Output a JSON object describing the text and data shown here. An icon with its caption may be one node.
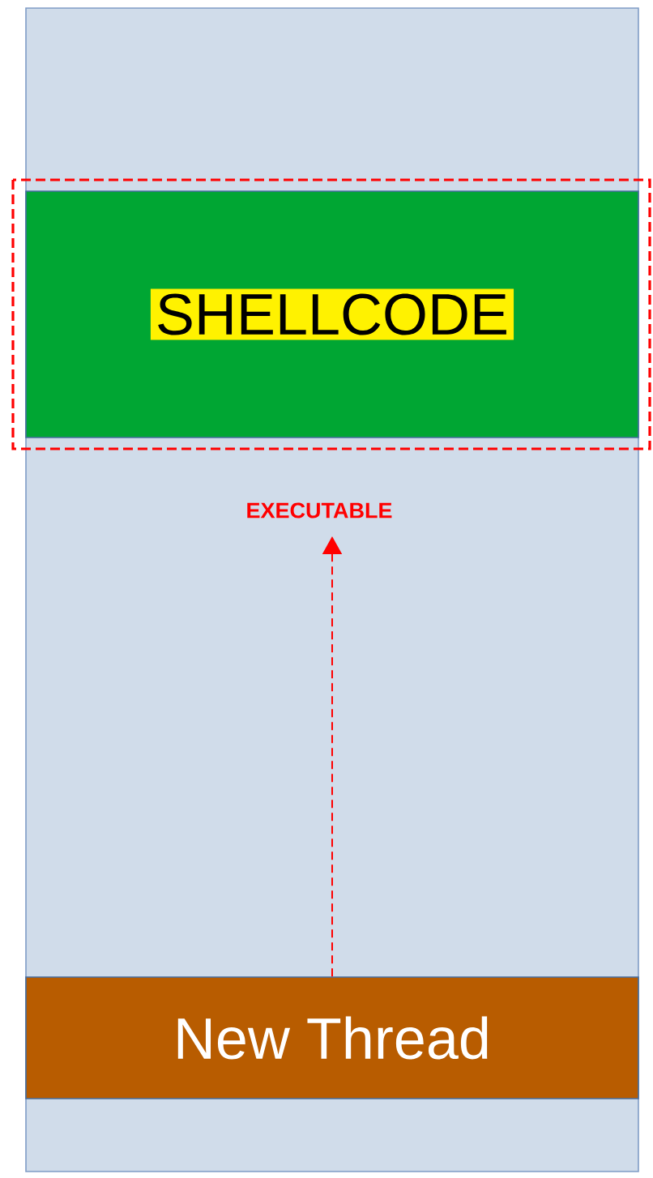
{
  "diagram": {
    "nodes": [
      {
        "text": [],
        "shape": "box"
      },
      {
        "text": [
          "SHELLCODE"
        ],
        "in": 0
      },
      {
        "text": [
          "EXECUTABLE"
        ],
        "in": 0
      },
      {
        "text": [
          "New Thread"
        ],
        "in": 0
      }
    ],
    "edges": [
      {
        "from": 3,
        "to": 2,
        "arrow": "to",
        "style": "dashed",
        "color": "#ff0000"
      }
    ]
  }
}
